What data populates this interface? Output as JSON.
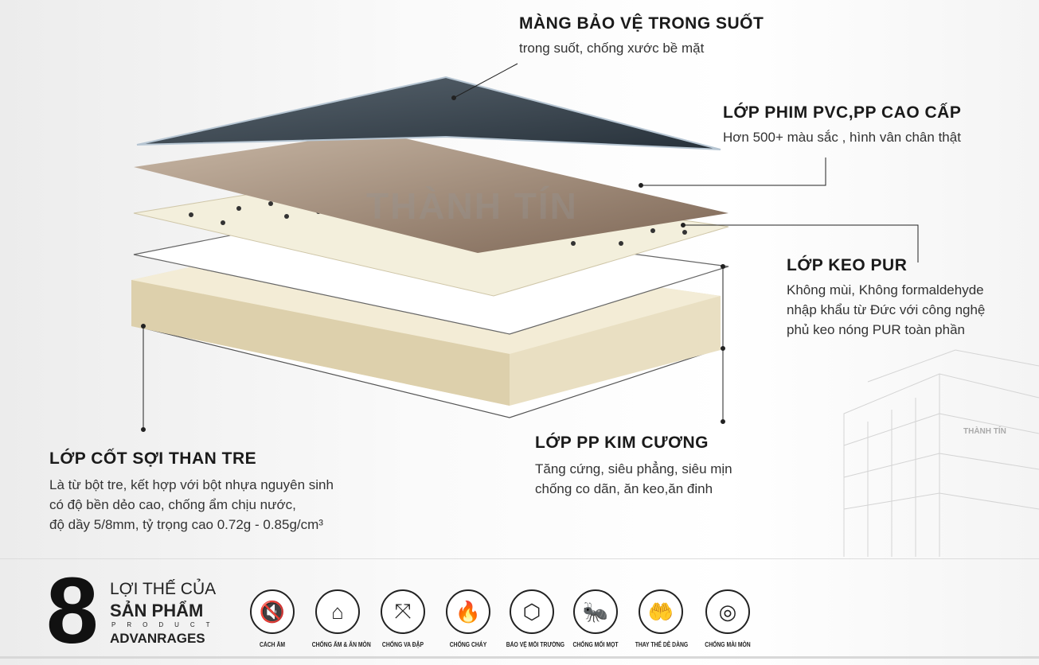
{
  "watermark": "THÀNH TÍN",
  "building_logo": "THÀNH TÍN",
  "layers": [
    {
      "title": "MÀNG BẢO VỆ TRONG SUỐT",
      "desc": [
        "trong suốt, chống xước bề mặt"
      ]
    },
    {
      "title": "LỚP PHIM PVC,PP CAO CẤP",
      "desc": [
        "Hơn 500+ màu sắc , hình vân chân thật"
      ]
    },
    {
      "title": "LỚP KEO PUR",
      "desc": [
        "Không mùi, Không formaldehyde",
        "nhập khẩu từ Đức với công nghệ",
        "phủ keo nóng PUR toàn phần"
      ]
    },
    {
      "title": "LỚP PP KIM CƯƠNG",
      "desc": [
        "Tăng cứng, siêu phẳng, siêu mịn",
        "chống co dãn, ăn keo,ăn đinh"
      ]
    },
    {
      "title": "LỚP CỐT SỢI THAN TRE",
      "desc": [
        "Là từ bột tre, kết hợp với bột nhựa nguyên sinh",
        "có độ bền dẻo cao, chống ẩm chịu nước,",
        "độ dầy 5/8mm, tỷ trọng cao 0.72g - 0.85g/cm³"
      ]
    }
  ],
  "advantages": {
    "number": "8",
    "line1": "LỢI THẾ CỦA",
    "line2": "SẢN PHẨM",
    "line3": "PRODUCT",
    "line4": "ADVANRAGES",
    "items": [
      {
        "label": "CÁCH ÂM",
        "icon": "🔇"
      },
      {
        "label": "CHỐNG ẨM & ĂN MÒN",
        "icon": "⌂"
      },
      {
        "label": "CHỐNG VA ĐẬP",
        "icon": "⤧"
      },
      {
        "label": "CHỐNG CHÁY",
        "icon": "🔥"
      },
      {
        "label": "BẢO VỆ MÔI TRƯỜNG",
        "icon": "⬡"
      },
      {
        "label": "CHỐNG MỐI MỌT",
        "icon": "🐜"
      },
      {
        "label": "THAY THẾ DỄ DÀNG",
        "icon": "🤲"
      },
      {
        "label": "CHỐNG MÀI MÒN",
        "icon": "◎"
      }
    ]
  }
}
